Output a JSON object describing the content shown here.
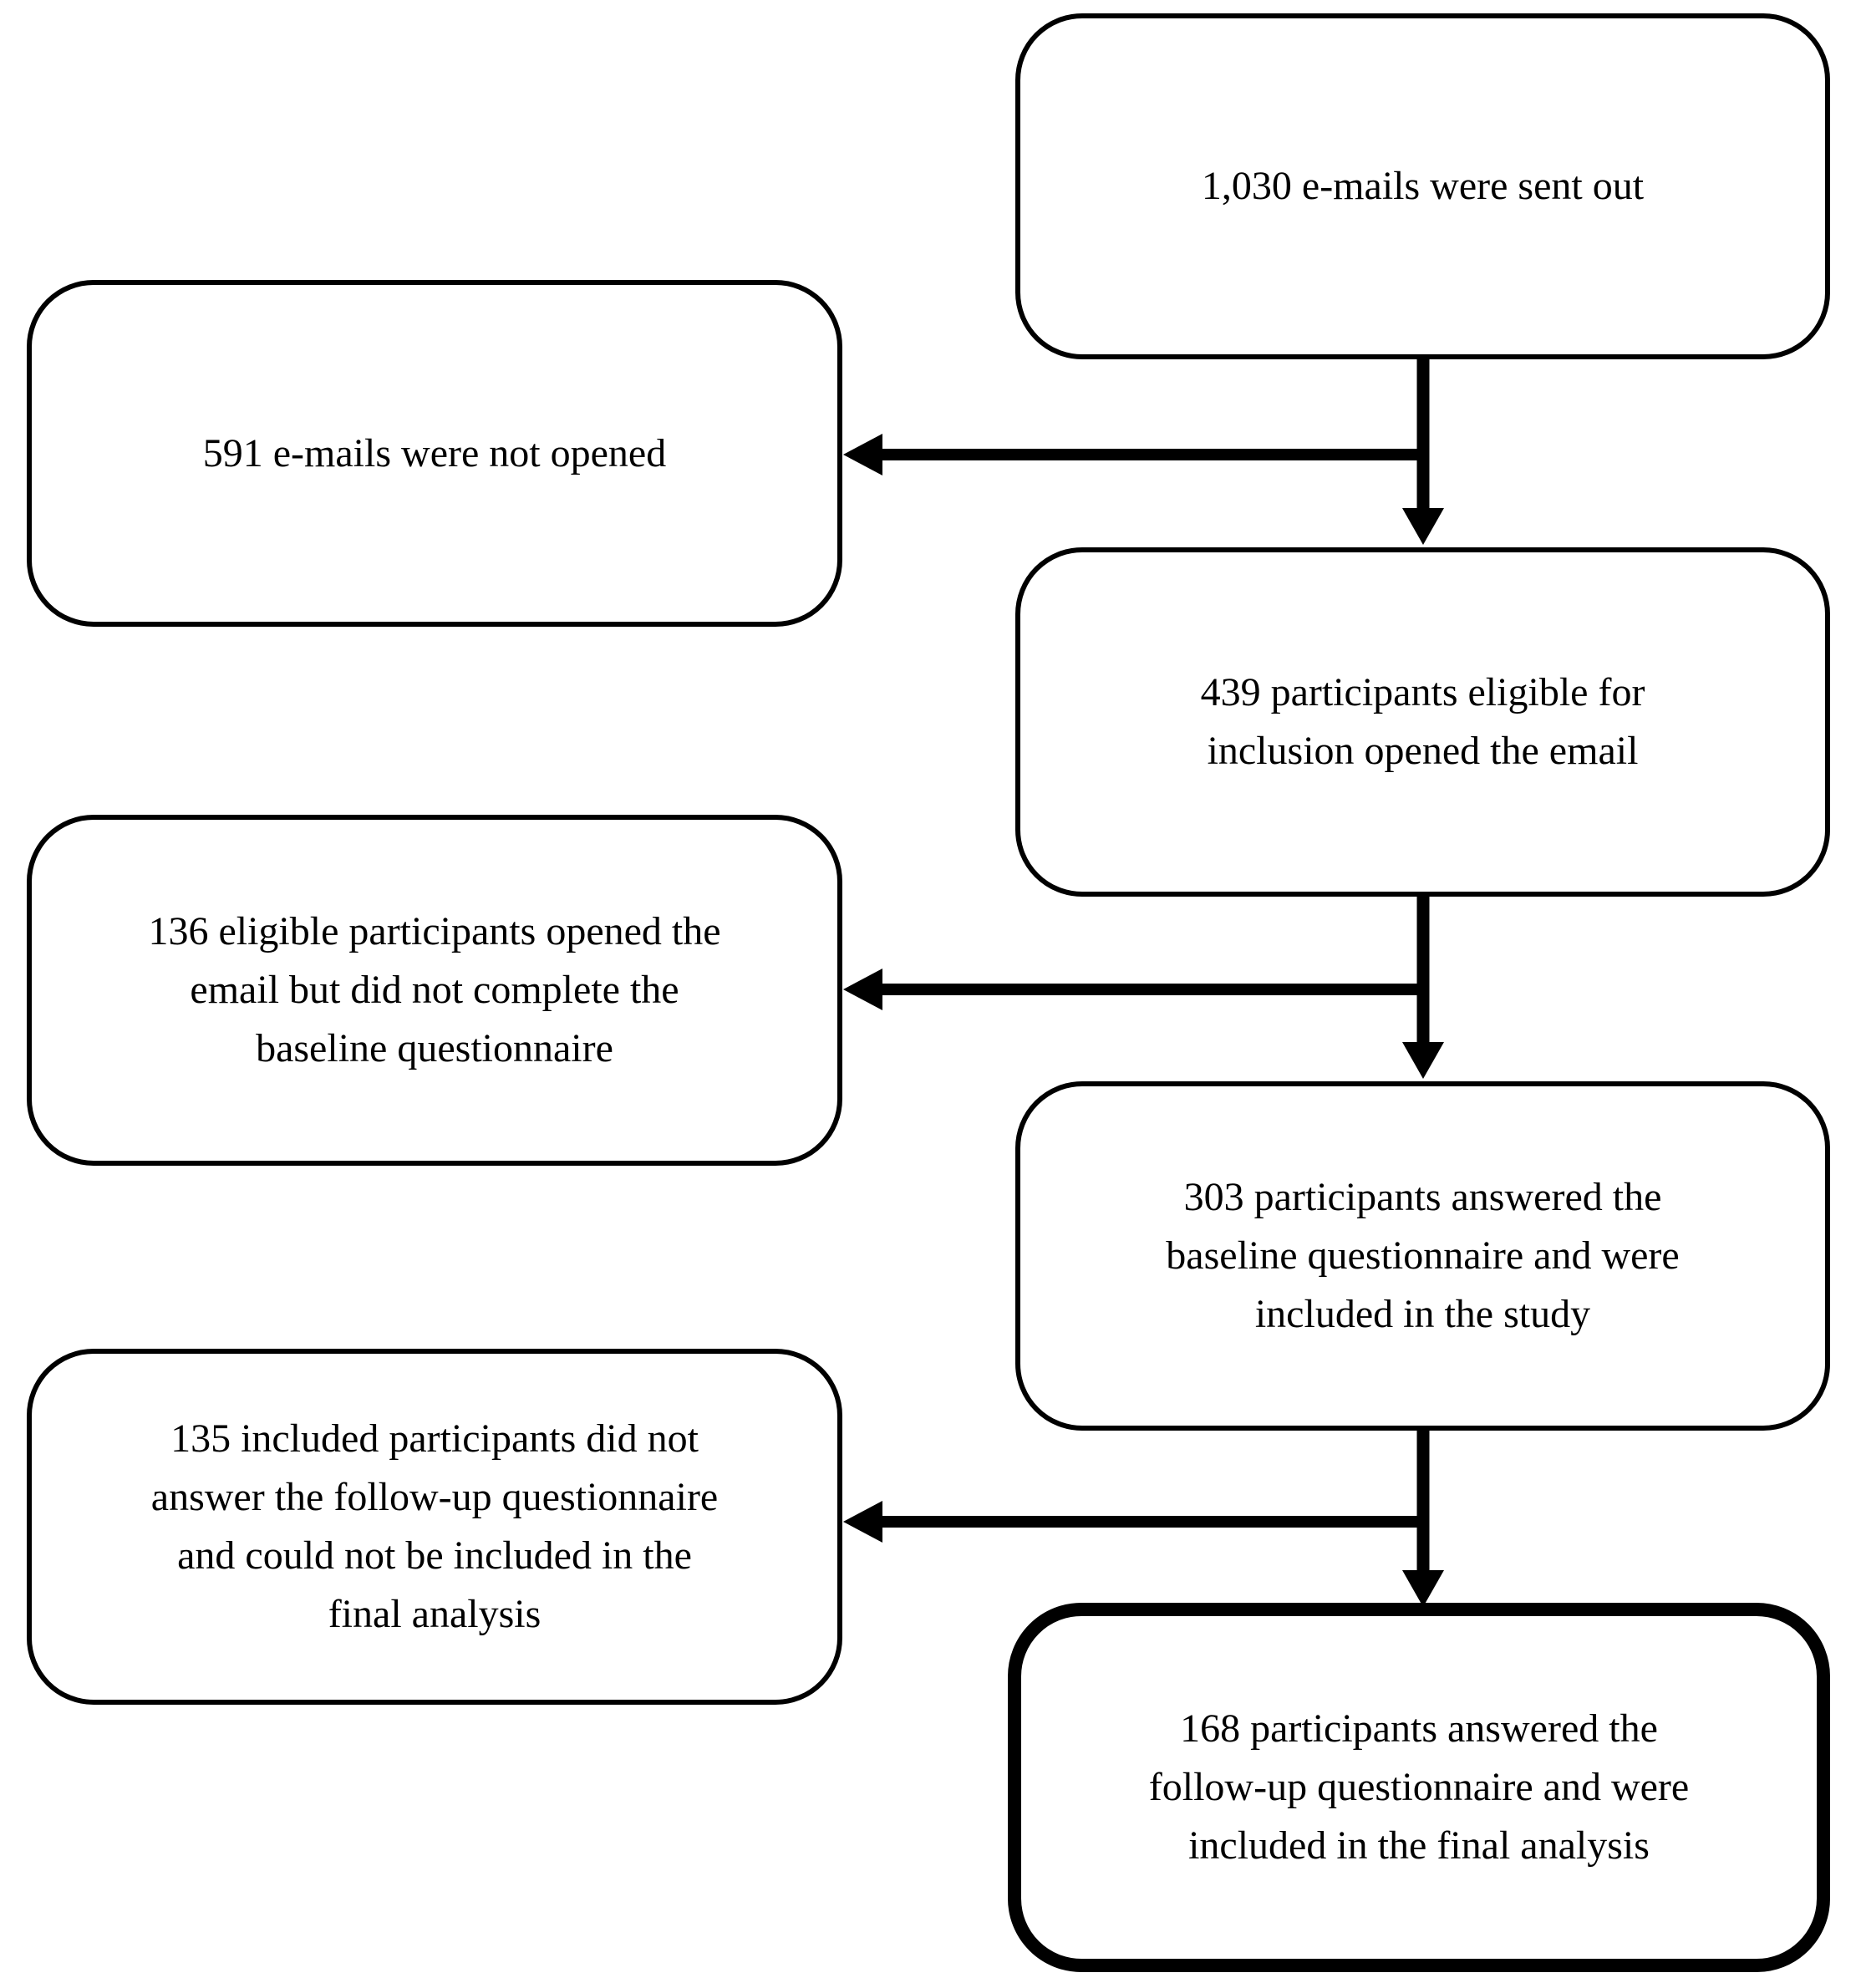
{
  "diagram": {
    "type": "study-flowchart",
    "background_color": "#ffffff",
    "line_color": "#000000",
    "main_boxes": [
      {
        "id": "emails-sent",
        "count": "1,030",
        "text": "1,030 e-mails were sent out",
        "emphasized": false
      },
      {
        "id": "eligible-opened",
        "count": "439",
        "text": "439 participants eligible for\ninclusion opened the email",
        "emphasized": false
      },
      {
        "id": "baseline-answered",
        "count": "303",
        "text": "303 participants answered the\nbaseline questionnaire and were\nincluded in the study",
        "emphasized": false
      },
      {
        "id": "final-analysis",
        "count": "168",
        "text": "168 participants answered the\nfollow-up questionnaire and were\nincluded in the final analysis",
        "emphasized": true
      }
    ],
    "exclusion_boxes": [
      {
        "id": "not-opened",
        "count": "591",
        "text": "591 e-mails were not opened"
      },
      {
        "id": "no-baseline",
        "count": "136",
        "text": "136 eligible participants opened the\nemail but did not complete the\nbaseline questionnaire"
      },
      {
        "id": "no-followup",
        "count": "135",
        "text": "135 included participants did not\nanswer the follow-up questionnaire\nand could not be included in the\nfinal analysis"
      }
    ],
    "connections": [
      {
        "from": "emails-sent",
        "to": "eligible-opened",
        "type": "arrow-down"
      },
      {
        "from": "emails-sent",
        "to": "not-opened",
        "type": "arrow-left"
      },
      {
        "from": "eligible-opened",
        "to": "baseline-answered",
        "type": "arrow-down"
      },
      {
        "from": "eligible-opened",
        "to": "no-baseline",
        "type": "arrow-left"
      },
      {
        "from": "baseline-answered",
        "to": "final-analysis",
        "type": "arrow-down"
      },
      {
        "from": "baseline-answered",
        "to": "no-followup",
        "type": "arrow-left"
      }
    ]
  }
}
